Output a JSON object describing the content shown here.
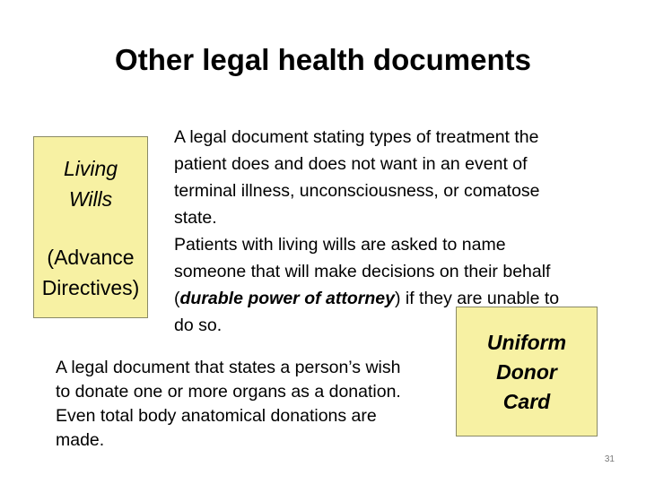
{
  "title": "Other legal health documents",
  "living_wills_box": {
    "term_lines": [
      "Living",
      "Wills"
    ],
    "paren_lines": [
      "(Advance",
      "Directives)"
    ]
  },
  "living_wills_description": {
    "lines": [
      "A legal document stating types of treatment the",
      "patient does and does not want in an event of",
      "terminal illness, unconsciousness, or comatose",
      "state."
    ],
    "lines2_before": [
      "Patients with living wills are asked to name",
      "someone that will make decisions on their behalf"
    ],
    "open_paren": "(",
    "emphasis": "durable power of attorney",
    "after_emphasis": ") if they are unable to",
    "last_line": "do so."
  },
  "donor_card_box": {
    "term_lines": [
      "Uniform",
      "Donor",
      "Card"
    ]
  },
  "donor_card_description": {
    "lines": [
      "A legal document that states a person’s wish",
      "to donate one or more organs as a donation.",
      "Even total body anatomical donations are",
      "made."
    ]
  },
  "page_number": "31",
  "colors": {
    "box_fill": "#f7f1a3",
    "box_border": "#8a8a66",
    "text": "#000000"
  }
}
